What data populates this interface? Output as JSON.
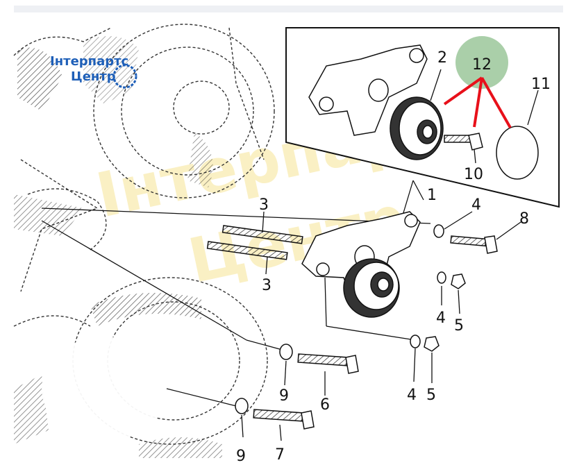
{
  "logo": {
    "line1": "Інтерпартс",
    "line2": "Центр"
  },
  "watermark": {
    "line1": "Інтерпартс",
    "line2": "Центр"
  },
  "callouts": {
    "c1": "1",
    "c2": "2",
    "c3a": "3",
    "c3b": "3",
    "c4a": "4",
    "c4b": "4",
    "c4c": "4",
    "c5a": "5",
    "c5b": "5",
    "c6": "6",
    "c7": "7",
    "c8": "8",
    "c9a": "9",
    "c9b": "9",
    "c10": "10",
    "c11": "11",
    "c12": "12"
  },
  "colors": {
    "highlight_circle": "#9bc79a",
    "highlight_lines": "#e8101a",
    "logo_text": "#1e5fb8"
  }
}
